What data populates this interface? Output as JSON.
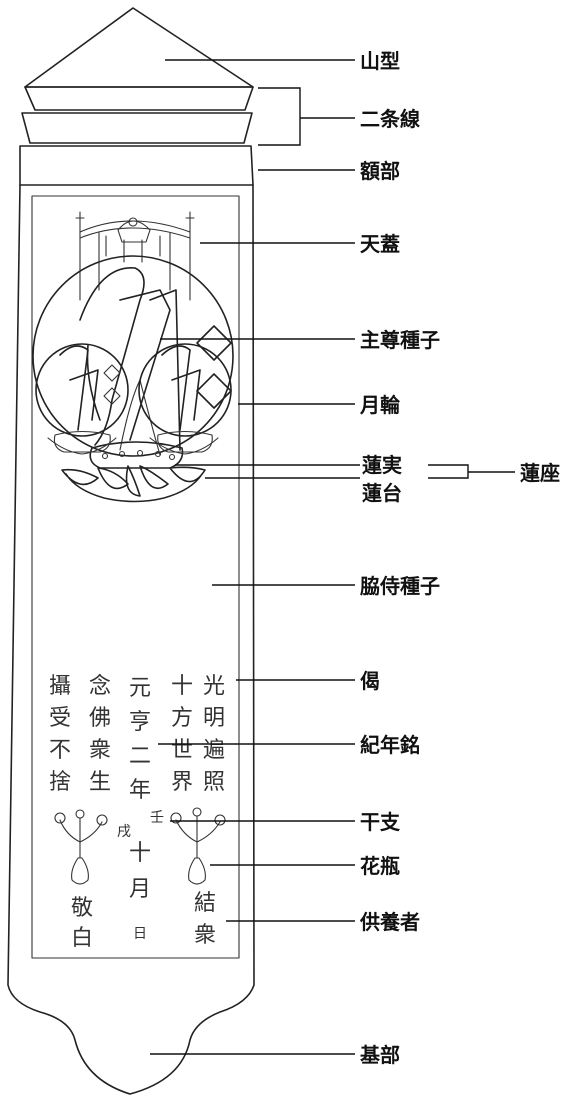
{
  "labels": {
    "sankei": "山型",
    "nijousen": "二条線",
    "gakubu": "額部",
    "tengai": "天蓋",
    "shuson_shuji": "主尊種子",
    "gachirin": "月輪",
    "renjitsu": "蓮実",
    "rendai": "蓮台",
    "renza": "蓮座",
    "kyouji_shuji": "脇侍種子",
    "ge": "偈",
    "kinenmei": "紀年銘",
    "kanshi": "干支",
    "kabin": "花瓶",
    "kuyousha": "供養者",
    "kibu": "基部"
  },
  "inscription": {
    "col1": [
      "光",
      "明",
      "遍",
      "照"
    ],
    "col2": [
      "十",
      "方",
      "世",
      "界"
    ],
    "col3": [
      "元",
      "亨",
      "二",
      "年"
    ],
    "col4": [
      "念",
      "佛",
      "衆",
      "生"
    ],
    "col5": [
      "攝",
      "受",
      "不",
      "捨"
    ],
    "kanshi_a": "壬",
    "kanshi_b": "戌",
    "date_a": "十",
    "date_b": "月",
    "date_c": "日",
    "donor_right": [
      "結",
      "衆"
    ],
    "donor_left": [
      "敬",
      "白"
    ]
  }
}
